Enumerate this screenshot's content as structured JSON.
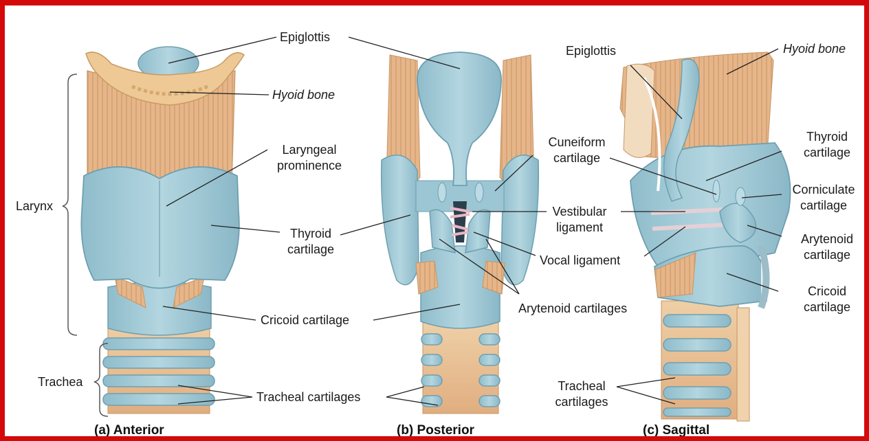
{
  "labels": {
    "epiglottis_a": "Epiglottis",
    "hyoid_a": "Hyoid bone",
    "laryngeal_prominence": [
      "Laryngeal",
      "prominence"
    ],
    "thyroid_a": [
      "Thyroid",
      "cartilage"
    ],
    "cricoid_a": "Cricoid cartilage",
    "tracheal_a": "Tracheal cartilages",
    "larynx": "Larynx",
    "trachea": "Trachea",
    "cuneiform": [
      "Cuneiform",
      "cartilage"
    ],
    "vestibular": [
      "Vestibular",
      "ligament"
    ],
    "vocal": "Vocal ligament",
    "arytenoid_b": "Arytenoid cartilages",
    "epiglottis_c": "Epiglottis",
    "hyoid_c": "Hyoid bone",
    "thyroid_c": [
      "Thyroid",
      "cartilage"
    ],
    "corniculate": [
      "Corniculate",
      "cartilage"
    ],
    "arytenoid_c": [
      "Arytenoid",
      "cartilage"
    ],
    "cricoid_c": [
      "Cricoid",
      "cartilage"
    ],
    "tracheal_c": [
      "Tracheal",
      "cartilages"
    ]
  },
  "captions": {
    "a": "(a) Anterior",
    "b": "(b) Posterior",
    "c": "(c) Sagittal"
  },
  "colors": {
    "frame": "#d40a0a",
    "cartilage": "#a9cfda",
    "cartilage_edge": "#6e9fb0",
    "muscle_tan": "#e4b487",
    "muscle_line": "#c89464",
    "bone": "#edc795",
    "ligament": "#e8c8d0"
  }
}
